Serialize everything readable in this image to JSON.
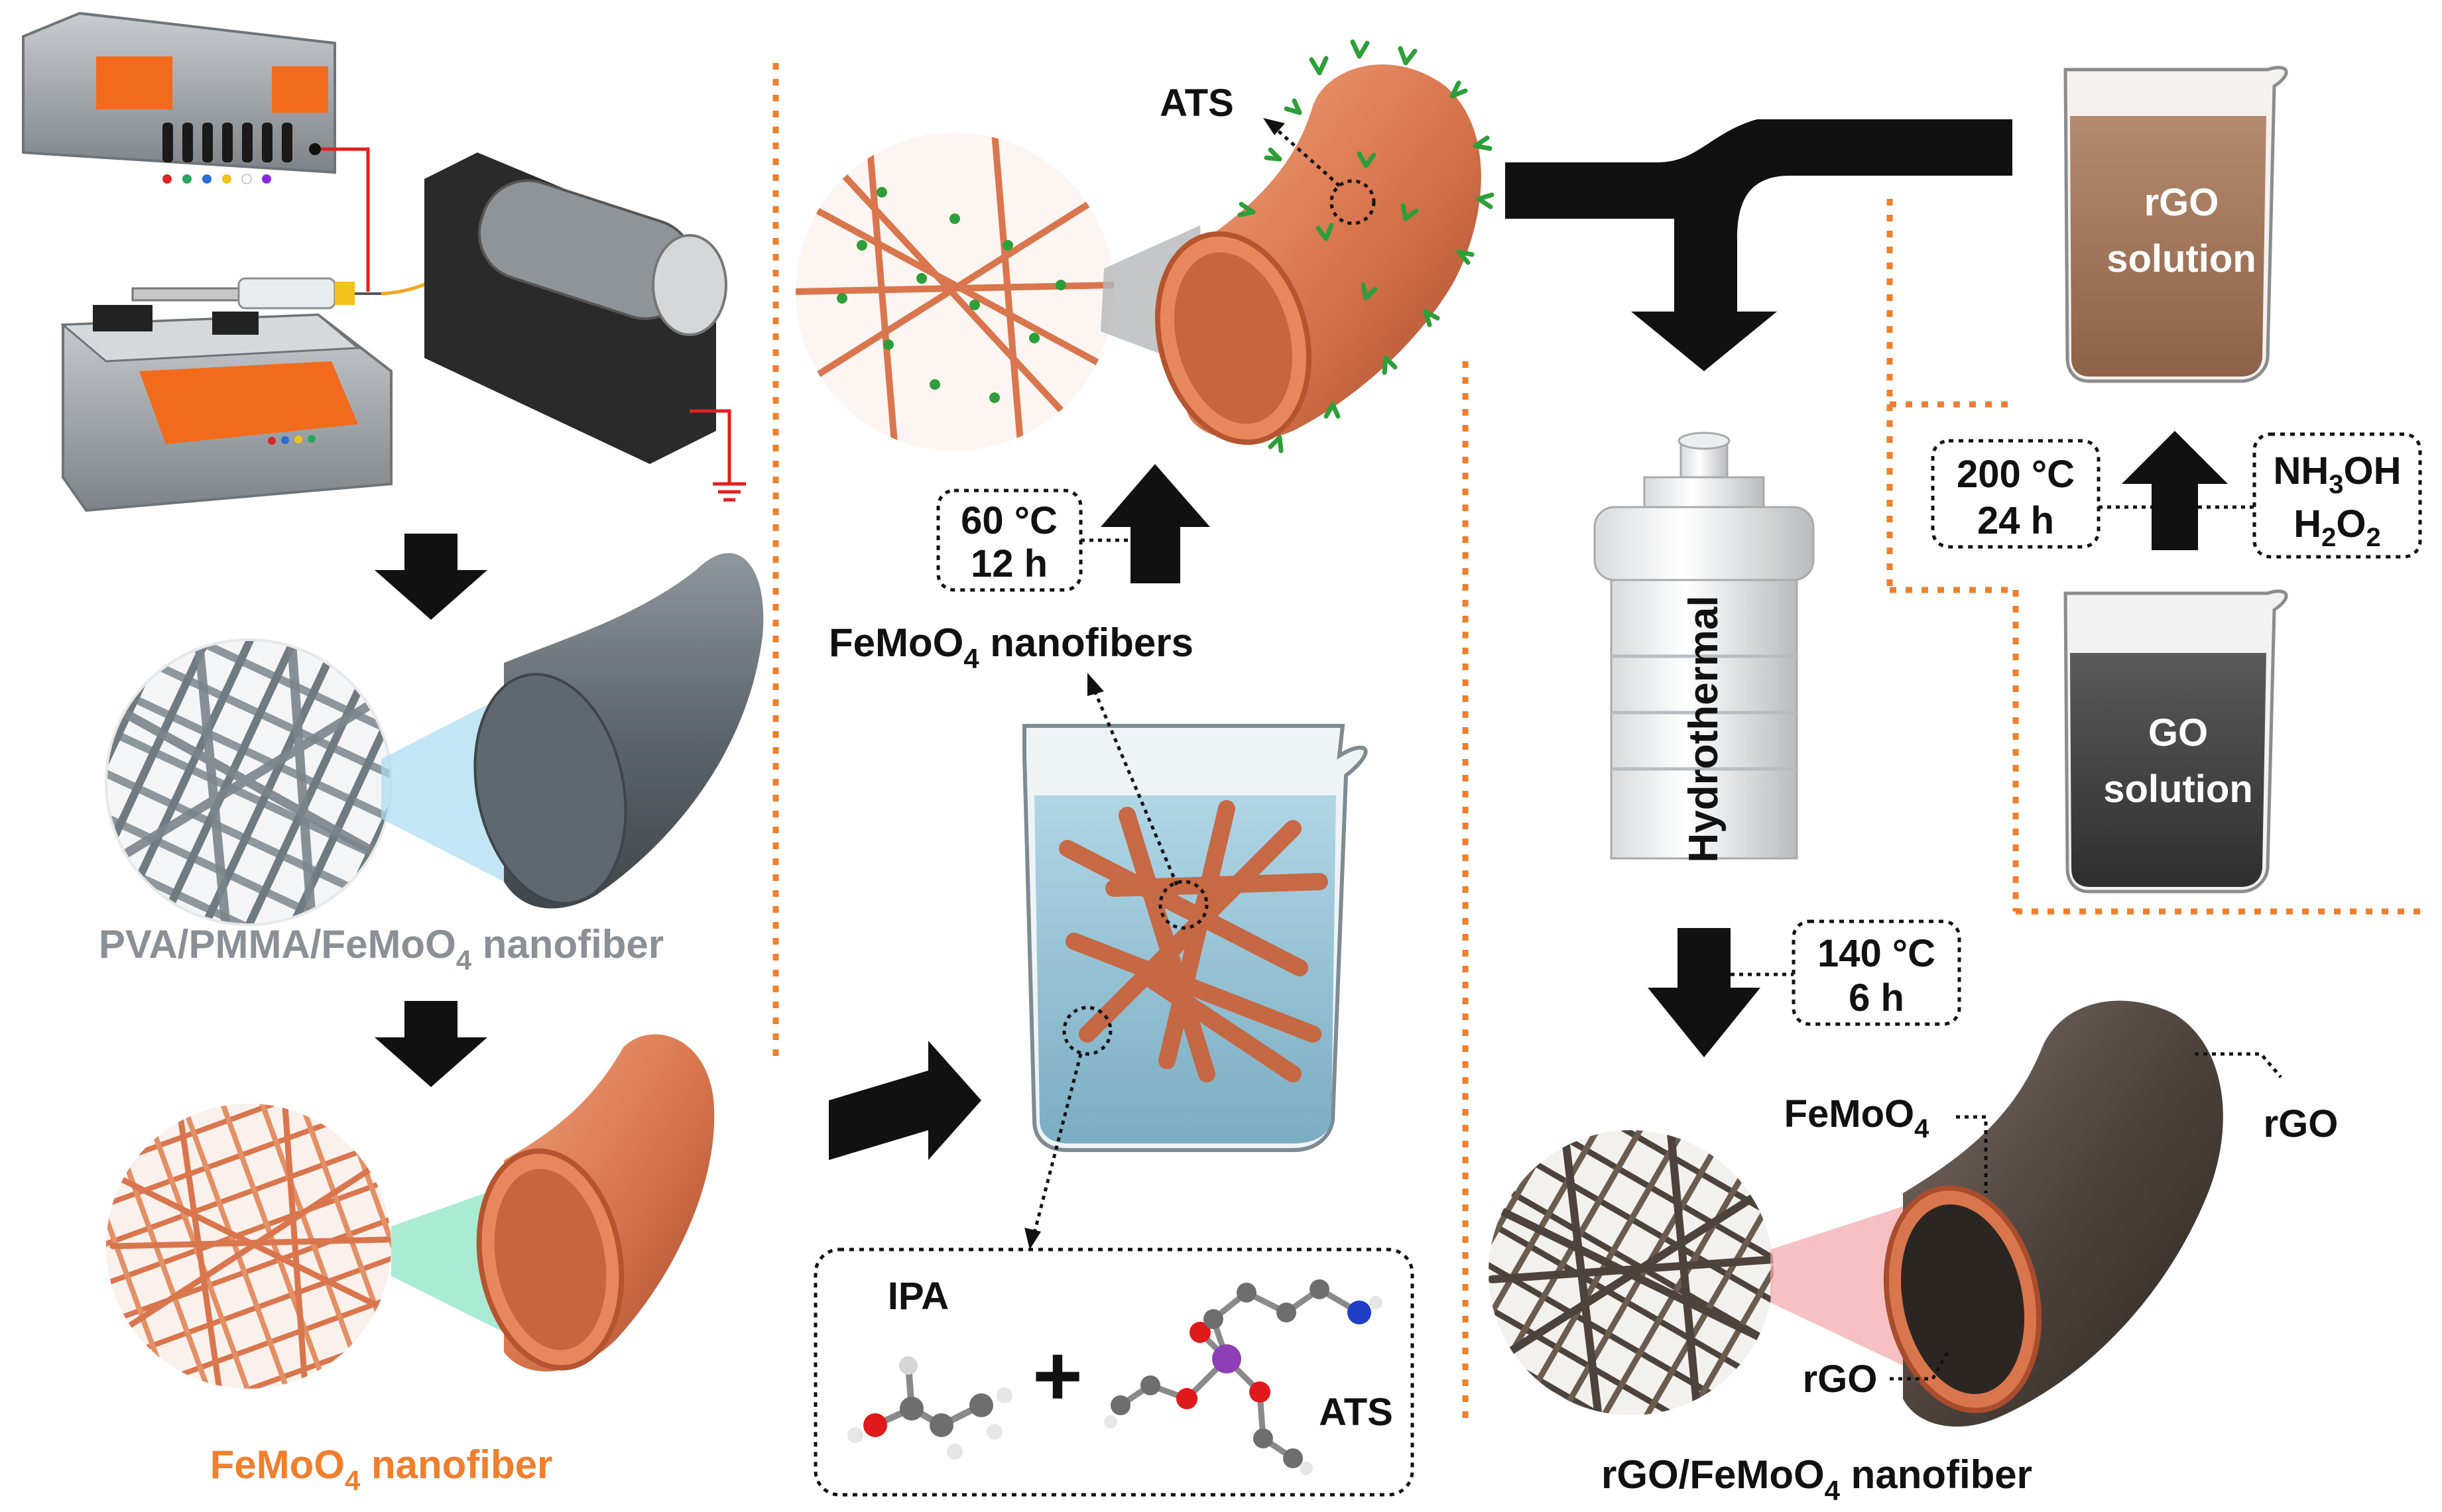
{
  "labels": {
    "pva_nanofiber_prefix": "PVA/PMMA/FeMoO",
    "pva_nanofiber_sub": "4",
    "pva_nanofiber_suffix": " nanofiber",
    "femoo4_nanofiber_prefix": "FeMoO",
    "femoo4_nanofiber_sub": "4",
    "femoo4_nanofiber_suffix": " nanofiber",
    "femoo4_nanofibers_prefix": "FeMoO",
    "femoo4_nanofibers_sub": "4",
    "femoo4_nanofibers_suffix": " nanofibers",
    "ats_top": "ATS",
    "cond1_temp": "60 °C",
    "cond1_time": "12 h",
    "ipa": "IPA",
    "ats_bottom": "ATS",
    "plus": "+",
    "hydrothermal": "Hydrothermal",
    "rgo_solution_line1": "rGO",
    "rgo_solution_line2": "solution",
    "go_solution_line1": "GO",
    "go_solution_line2": "solution",
    "cond2_temp": "200 °C",
    "cond2_time": "24 h",
    "reagent_line1_prefix": "NH",
    "reagent_line1_sub": "3",
    "reagent_line1_suffix": "OH",
    "reagent_line2_prefix": "H",
    "reagent_line2_sub": "2",
    "reagent_line2_mid": "O",
    "reagent_line2_sub2": "2",
    "cond3_temp": "140 °C",
    "cond3_time": "6 h",
    "callout_femoo4_prefix": "FeMoO",
    "callout_femoo4_sub": "4",
    "callout_rgo_outer": "rGO",
    "callout_rgo_inner": "rGO",
    "final_prefix": "rGO/FeMoO",
    "final_sub": "4",
    "final_suffix": " nanofiber"
  },
  "colors": {
    "accent_orange": "#F07F2D",
    "fiber_copper": "#D9764E",
    "fiber_gray": "#6B757C",
    "machine_gray": "#9AA0A6",
    "screen_orange": "#F26B1D",
    "ats_green": "#2E9E3A",
    "solution_blue": "#7FB6CF",
    "rgo_brown": "#9A6A4E",
    "go_dark": "#3F3F3F",
    "rgo_fiber": "#4E433C",
    "label_gray": "#8A9096",
    "arrow_black": "#111111"
  }
}
